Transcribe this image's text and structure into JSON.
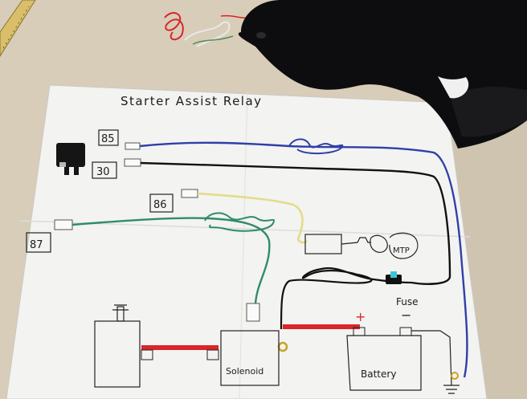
{
  "board": {
    "title": "Starter Assist Relay",
    "terminals": {
      "t85": "85",
      "t30": "30",
      "t86": "86",
      "t87": "87"
    },
    "components": {
      "solenoid": "Solenoid",
      "battery": "Battery",
      "fuse": "Fuse",
      "mtp": "MTP",
      "plus": "+",
      "minus": "−"
    }
  },
  "colors": {
    "paper": "#f3f3f1",
    "carpet": "#d9cfbc",
    "blue_wire": "#2f3fa8",
    "black_wire": "#111111",
    "yellow_wire": "#e3dc8a",
    "green_wire": "#2f8c6a",
    "red_strap": "#d8262b",
    "cat": "#0d0d0f"
  }
}
